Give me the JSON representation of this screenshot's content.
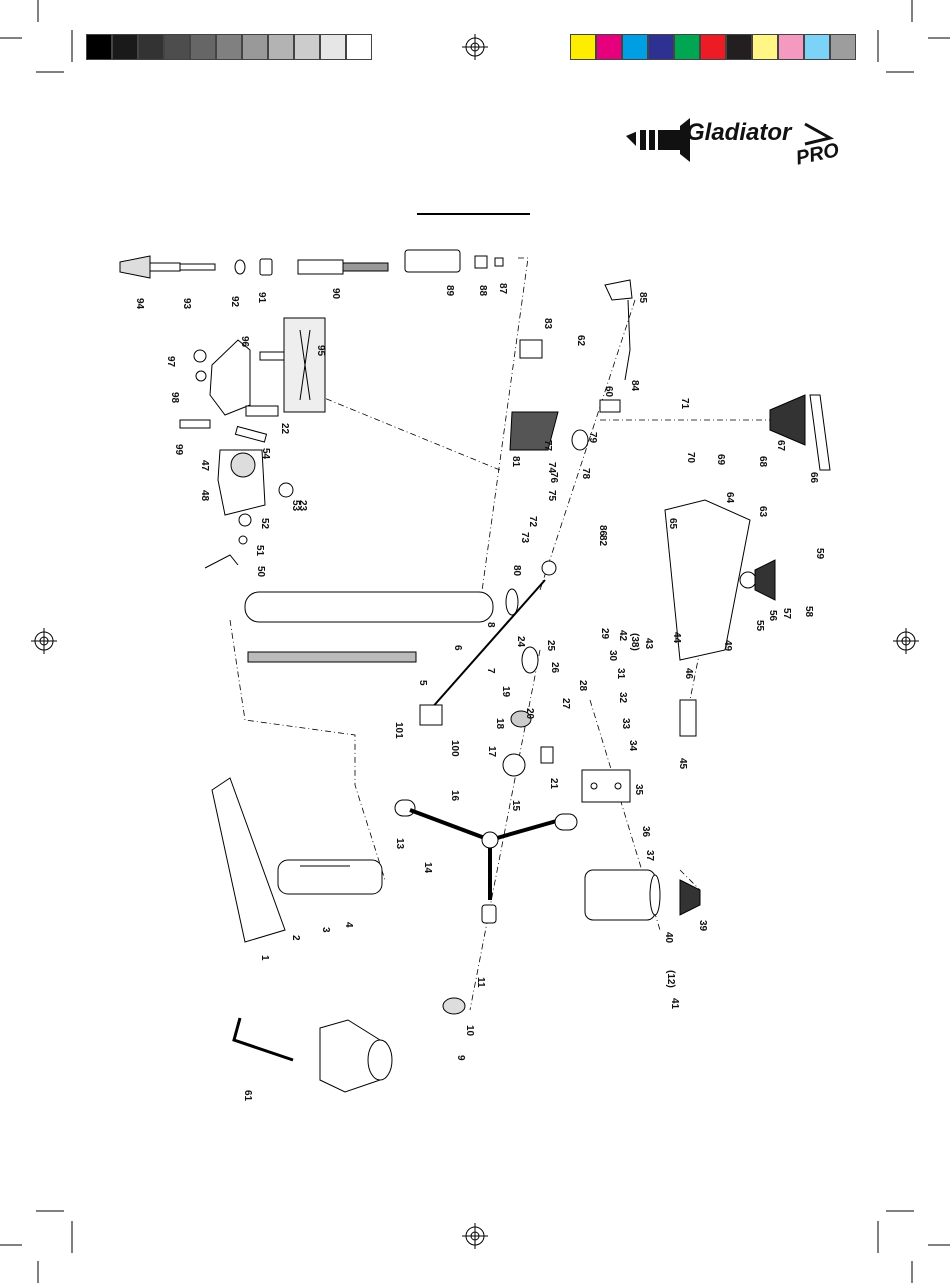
{
  "logo": {
    "brand": "Gladiator",
    "sub": "PRO"
  },
  "calibration": {
    "grays": [
      "#000000",
      "#1a1a1a",
      "#333333",
      "#4d4d4d",
      "#666666",
      "#808080",
      "#999999",
      "#b3b3b3",
      "#cccccc",
      "#e6e6e6",
      "#ffffff"
    ],
    "colors": [
      "#ffed00",
      "#e6007e",
      "#009fe3",
      "#2e3192",
      "#00a651",
      "#ed1c24",
      "#231f20",
      "#fff685",
      "#f49ac1",
      "#7dd3f7",
      "#9d9d9d"
    ]
  },
  "part_labels": [
    "1",
    "2",
    "3",
    "4",
    "5",
    "6",
    "7",
    "8",
    "9",
    "10",
    "11",
    "(12)",
    "13",
    "14",
    "15",
    "16",
    "17",
    "18",
    "19",
    "20",
    "21",
    "22",
    "23",
    "24",
    "25",
    "26",
    "27",
    "28",
    "29",
    "30",
    "31",
    "32",
    "33",
    "34",
    "35",
    "36",
    "37",
    "(38)",
    "39",
    "40",
    "41",
    "42",
    "43",
    "44",
    "45",
    "46",
    "47",
    "48",
    "49",
    "50",
    "51",
    "52",
    "53",
    "54",
    "55",
    "56",
    "57",
    "58",
    "59",
    "60",
    "61",
    "62",
    "63",
    "64",
    "65",
    "66",
    "67",
    "68",
    "69",
    "70",
    "71",
    "72",
    "73",
    "74",
    "75",
    "76",
    "77",
    "78",
    "79",
    "80",
    "81",
    "82",
    "83",
    "84",
    "85",
    "86",
    "87",
    "88",
    "89",
    "90",
    "91",
    "92",
    "93",
    "94",
    "95",
    "96",
    "97",
    "98",
    "99",
    "100",
    "101"
  ]
}
